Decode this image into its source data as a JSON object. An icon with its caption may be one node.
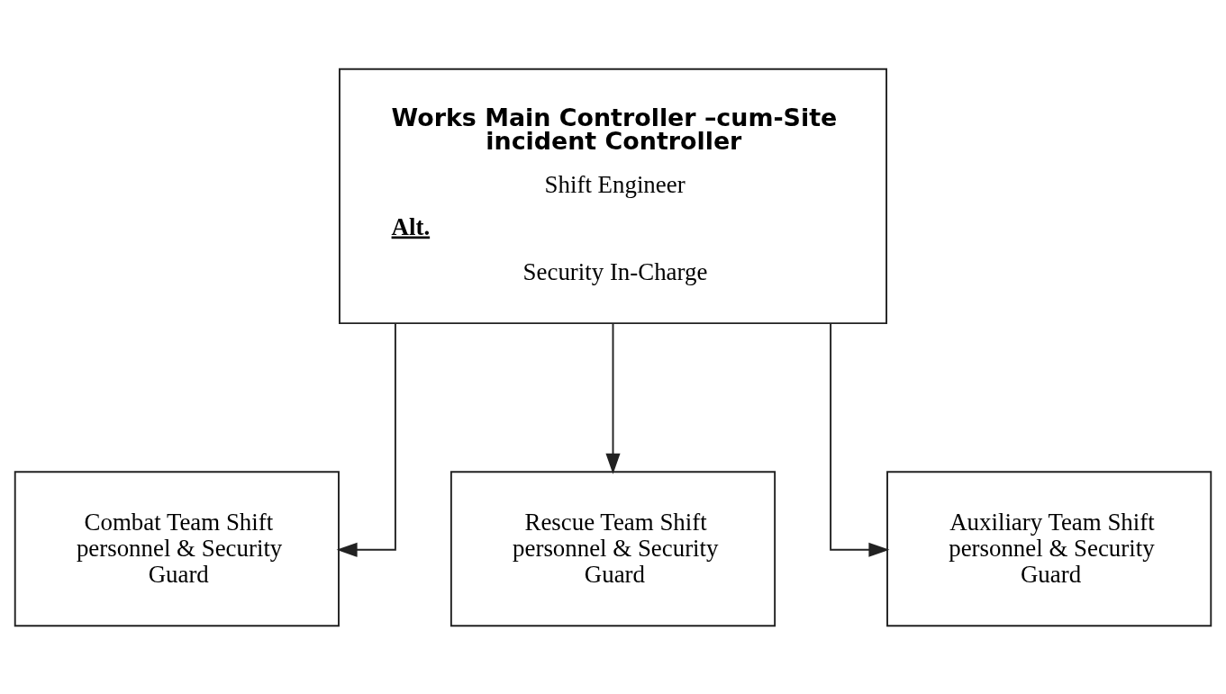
{
  "diagram": {
    "nodes": [
      {
        "text": [
          "Works Main Controller –cum-Site incident Controller",
          "Shift Engineer",
          "Alt.",
          "Security In-Charge"
        ]
      },
      {
        "text": [
          "Combat Team Shift personnel & Security Guard"
        ]
      },
      {
        "text": [
          "Rescue Team Shift personnel & Security Guard"
        ]
      },
      {
        "text": [
          "Auxiliary Team Shift personnel & Security Guard"
        ]
      }
    ],
    "edges": [
      {
        "from": 0,
        "to": 1,
        "arrow": "to"
      },
      {
        "from": 0,
        "to": 2,
        "arrow": "to"
      },
      {
        "from": 0,
        "to": 3,
        "arrow": "to"
      }
    ]
  }
}
